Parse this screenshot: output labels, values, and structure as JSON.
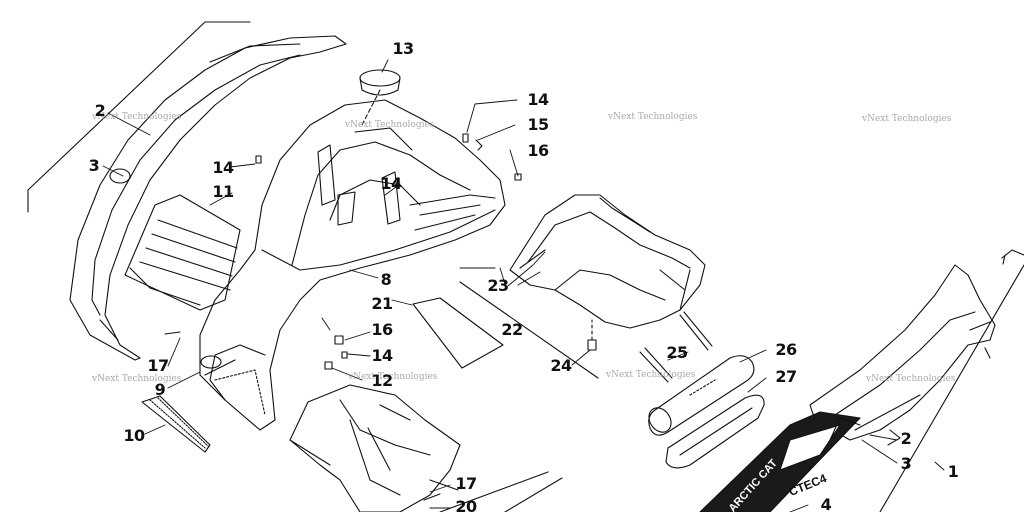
{
  "diagram": {
    "callouts": {
      "c1": "1",
      "c2a": "2",
      "c2b": "2",
      "c3a": "3",
      "c3b": "3",
      "c4": "4",
      "c8": "8",
      "c9": "9",
      "c10": "10",
      "c11": "11",
      "c12": "12",
      "c13": "13",
      "c14a": "14",
      "c14b": "14",
      "c14c": "14",
      "c14d": "14",
      "c15": "15",
      "c16a": "16",
      "c16b": "16",
      "c17a": "17",
      "c17b": "17",
      "c20": "20",
      "c21": "21",
      "c22": "22",
      "c23": "23",
      "c24": "24",
      "c25": "25",
      "c26": "26",
      "c27": "27"
    },
    "watermark": "vNext Technologies",
    "decal": {
      "brand": "ARCTIC CAT",
      "model": "CTEC4"
    }
  },
  "colors": {
    "ink": "#111111",
    "watermark": "#9a9a9a",
    "decal_dark": "#1a1a1a"
  }
}
